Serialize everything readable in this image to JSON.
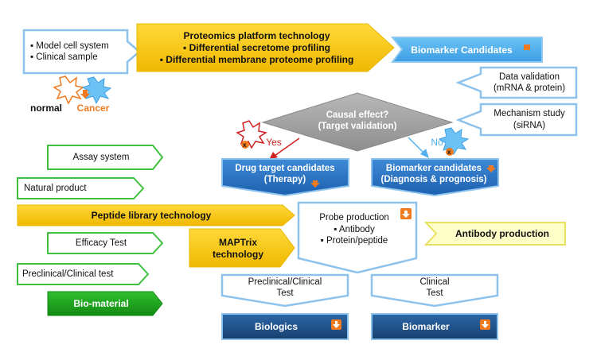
{
  "input_box": {
    "item1": "▪ Model cell system",
    "item2": "▪ Clinical sample"
  },
  "legend": {
    "normal": "normal",
    "cancer": "Cancer"
  },
  "proteomics": {
    "title": "Proteomics platform technology",
    "line1": "▪ Differential secretome profiling",
    "line2": "▪ Differential membrane proteome profiling"
  },
  "biomarker_candidates_top": "Biomarker Candidates",
  "data_validation": {
    "line1": "Data validation",
    "line2": "(mRNA & protein)"
  },
  "mechanism_study": {
    "line1": "Mechanism study",
    "line2": "(siRNA)"
  },
  "causal": {
    "line1": "Causal effect?",
    "line2": "(Target validation)"
  },
  "yes": "Yes",
  "no": "No",
  "drug_target": {
    "line1": "Drug target candidates",
    "line2": "(Therapy)"
  },
  "biomarker_diag": {
    "line1": "Biomarker candidates",
    "line2": "(Diagnosis & prognosis)"
  },
  "left_steps": {
    "assay": "Assay system",
    "natural": "Natural product",
    "peptide": "Peptide library technology",
    "efficacy": "Efficacy Test",
    "preclinical": "Preclinical/Clinical test",
    "biomaterial": "Bio-material"
  },
  "probe": {
    "title": "Probe production",
    "item1": "▪ Antibody",
    "item2": "▪ Protein/peptide"
  },
  "maptrix": {
    "line1": "MAPTrix",
    "line2": "technology"
  },
  "antibody_production": "Antibody production",
  "preclinical_test": {
    "line1": "Preclinical/Clinical",
    "line2": "Test"
  },
  "clinical_test": {
    "line1": "Clinical",
    "line2": "Test"
  },
  "biologics": "Biologics",
  "biomarker": "Biomarker",
  "colors": {
    "gold": "#f5c400",
    "blue": "#2a76c8",
    "light_blue": "#53b0ee",
    "navy": "#1c4f86",
    "gray": "#a6a6a6",
    "green": "#33aa33",
    "orange": "#f07a20",
    "red": "#d22020"
  }
}
